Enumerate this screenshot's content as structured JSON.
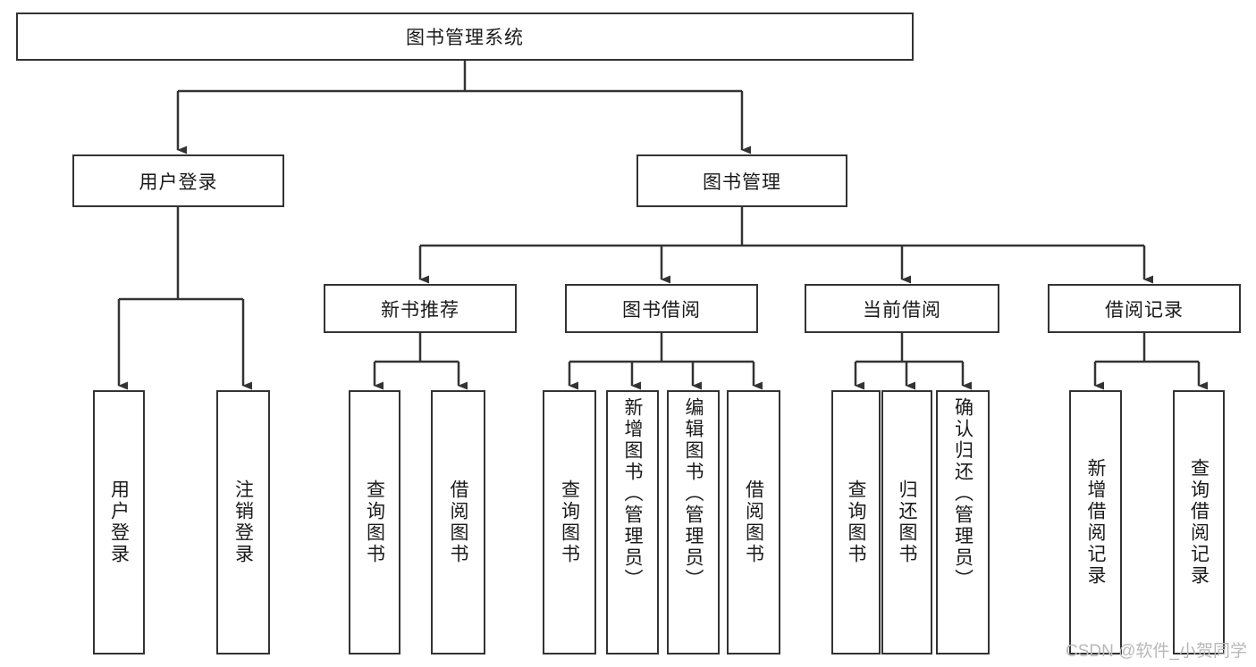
{
  "diagram": {
    "type": "tree-hierarchy",
    "title": "图书管理系统",
    "levels": {
      "root": {
        "label": "图书管理系统"
      },
      "level2": [
        {
          "id": "user-login",
          "label": "用户登录"
        },
        {
          "id": "book-manage",
          "label": "图书管理"
        }
      ],
      "level3": [
        {
          "id": "new-book-recommend",
          "label": "新书推荐",
          "parent": "book-manage"
        },
        {
          "id": "book-borrow",
          "label": "图书借阅",
          "parent": "book-manage"
        },
        {
          "id": "current-borrow",
          "label": "当前借阅",
          "parent": "book-manage"
        },
        {
          "id": "borrow-record",
          "label": "借阅记录",
          "parent": "book-manage"
        }
      ],
      "leaves": [
        {
          "id": "leaf-user-login",
          "label": "用户登录",
          "parent": "user-login"
        },
        {
          "id": "leaf-logout",
          "label": "注销登录",
          "parent": "user-login"
        },
        {
          "id": "leaf-query-book-1",
          "label": "查询图书",
          "parent": "new-book-recommend"
        },
        {
          "id": "leaf-borrow-book-1",
          "label": "借阅图书",
          "parent": "new-book-recommend"
        },
        {
          "id": "leaf-query-book-2",
          "label": "查询图书",
          "parent": "book-borrow"
        },
        {
          "id": "leaf-add-book",
          "label": "新增图书（管理员）",
          "parent": "book-borrow"
        },
        {
          "id": "leaf-edit-book",
          "label": "编辑图书（管理员）",
          "parent": "book-borrow"
        },
        {
          "id": "leaf-borrow-book-2",
          "label": "借阅图书",
          "parent": "book-borrow"
        },
        {
          "id": "leaf-query-book-3",
          "label": "查询图书",
          "parent": "current-borrow"
        },
        {
          "id": "leaf-return-book",
          "label": "归还图书",
          "parent": "current-borrow"
        },
        {
          "id": "leaf-confirm-return",
          "label": "确认归还（管理员）",
          "parent": "current-borrow"
        },
        {
          "id": "leaf-add-record",
          "label": "新增借阅记录",
          "parent": "borrow-record"
        },
        {
          "id": "leaf-query-record",
          "label": "查询借阅记录",
          "parent": "borrow-record"
        }
      ]
    },
    "colors": {
      "stroke": "#333333",
      "fill": "#ffffff",
      "text": "#1a1a1a",
      "watermark": "#b8b8b8"
    }
  },
  "watermark": {
    "text": "CSDN @软件_小贺同学"
  }
}
